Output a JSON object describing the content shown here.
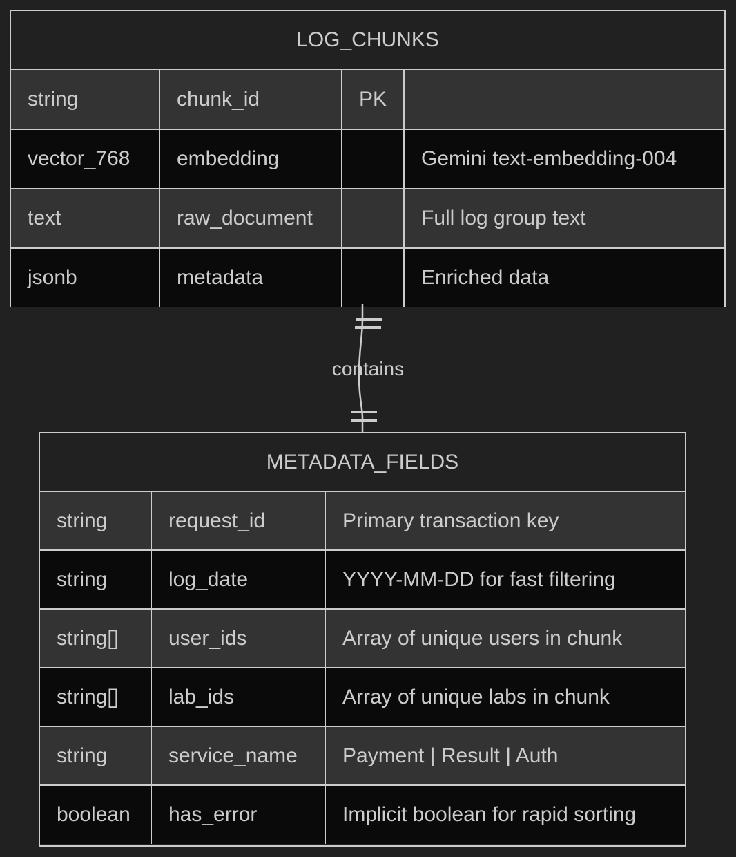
{
  "diagram": {
    "type": "er-diagram",
    "background_color": "#212121",
    "line_color": "#ccccce",
    "text_color": "#cccccc",
    "row_odd_color": "#333333",
    "row_even_color": "#0a0a0a"
  },
  "entities": [
    {
      "name": "LOG_CHUNKS",
      "attributes": [
        {
          "type": "string",
          "field": "chunk_id",
          "key": "PK",
          "comment": ""
        },
        {
          "type": "vector_768",
          "field": "embedding",
          "key": "",
          "comment": "Gemini text-embedding-004"
        },
        {
          "type": "text",
          "field": "raw_document",
          "key": "",
          "comment": "Full log group text"
        },
        {
          "type": "jsonb",
          "field": "metadata",
          "key": "",
          "comment": "Enriched data"
        }
      ]
    },
    {
      "name": "METADATA_FIELDS",
      "attributes": [
        {
          "type": "string",
          "field": "request_id",
          "comment": "Primary transaction key"
        },
        {
          "type": "string",
          "field": "log_date",
          "comment": "YYYY-MM-DD for fast filtering"
        },
        {
          "type": "string[]",
          "field": "user_ids",
          "comment": "Array of unique users in chunk"
        },
        {
          "type": "string[]",
          "field": "lab_ids",
          "comment": "Array of unique labs in chunk"
        },
        {
          "type": "string",
          "field": "service_name",
          "comment": "Payment | Result | Auth"
        },
        {
          "type": "boolean",
          "field": "has_error",
          "comment": "Implicit boolean for rapid sorting"
        }
      ]
    }
  ],
  "relationship": {
    "label": "contains",
    "from": "LOG_CHUNKS",
    "to": "METADATA_FIELDS",
    "from_cardinality": "exactly-one",
    "to_cardinality": "exactly-one",
    "notation": "||--||"
  }
}
